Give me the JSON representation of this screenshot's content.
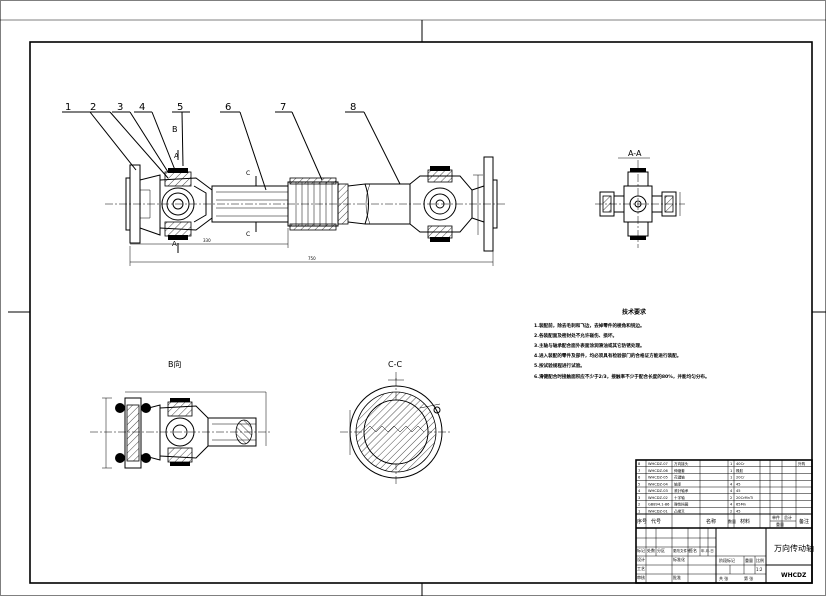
{
  "drawing": {
    "part_numbers": [
      "1",
      "2",
      "3",
      "4",
      "5",
      "6",
      "7",
      "8"
    ],
    "section_labels": {
      "aa": "A-A",
      "a_mark": "A",
      "b_mark": "B",
      "c_mark": "C",
      "b_view": "B向",
      "cc": "C-C"
    },
    "dimensions": {
      "inner_length": "330",
      "total_length": "750"
    }
  },
  "technical_requirements": {
    "title": "技术要求",
    "items": [
      "1.装配前，除去毛刺和飞边，去掉零件的棱角和锐边。",
      "2.各装配面及密封处不允许碰伤、损坏。",
      "3.主轴与轴承配合面外表面涂润滑油或其它防锈处理。",
      "4.进入装配的零件及部件，均必须具有检验部门的合格证方能进行装配。",
      "5.按试验规程进行试验。",
      "6.滑键配合时接触面积应不少于2/3，接触率不少于配合长度的80%，并能均匀分布。"
    ]
  },
  "parts_list": {
    "rows": [
      {
        "no": "8",
        "code": "WHCDZ-07",
        "name": "万向接头",
        "qty": "1",
        "material": "40Cr",
        "note": "外购"
      },
      {
        "no": "7",
        "code": "WHCDZ-06",
        "name": "伸缩套",
        "qty": "1",
        "material": "橡胶",
        "note": ""
      },
      {
        "no": "6",
        "code": "WHCDZ-05",
        "name": "花键轴",
        "qty": "1",
        "material": "20Cr",
        "note": ""
      },
      {
        "no": "5",
        "code": "WHCDZ-04",
        "name": "轴承",
        "qty": "4",
        "material": "45",
        "note": ""
      },
      {
        "no": "4",
        "code": "WHCDZ-03",
        "name": "滚针轴承",
        "qty": "4",
        "material": "45",
        "note": ""
      },
      {
        "no": "3",
        "code": "WHCDZ-02",
        "name": "十字轴",
        "qty": "2",
        "material": "20CrMnTi",
        "note": ""
      },
      {
        "no": "2",
        "code": "GB894.1-86",
        "name": "弹性挡圈",
        "qty": "4",
        "material": "65Mn",
        "note": ""
      },
      {
        "no": "1",
        "code": "WHCDZ-01",
        "name": "凸缘叉",
        "qty": "2",
        "material": "45",
        "note": ""
      }
    ],
    "headers": {
      "no": "序号",
      "code": "代号",
      "name": "名称",
      "qty": "数量",
      "material": "材料",
      "unit_weight": "单件",
      "total_weight": "总计",
      "weight": "重量",
      "note": "备注"
    }
  },
  "title_block": {
    "part_title": "万向传动轴",
    "drawing_code": "WHCDZ",
    "labels": {
      "mark": "标记",
      "count": "处数",
      "zone": "分区",
      "change_doc": "更改文件号",
      "sign": "签名",
      "date": "年.月.日",
      "design": "设计",
      "standardize": "标准化",
      "stage_mark": "阶段标记",
      "weight": "重量",
      "scale": "比例",
      "check": "审核",
      "process": "工艺",
      "approve": "批准",
      "sheet_total": "共 张",
      "sheet_no": "第 张"
    },
    "scale_value": "1:2"
  }
}
